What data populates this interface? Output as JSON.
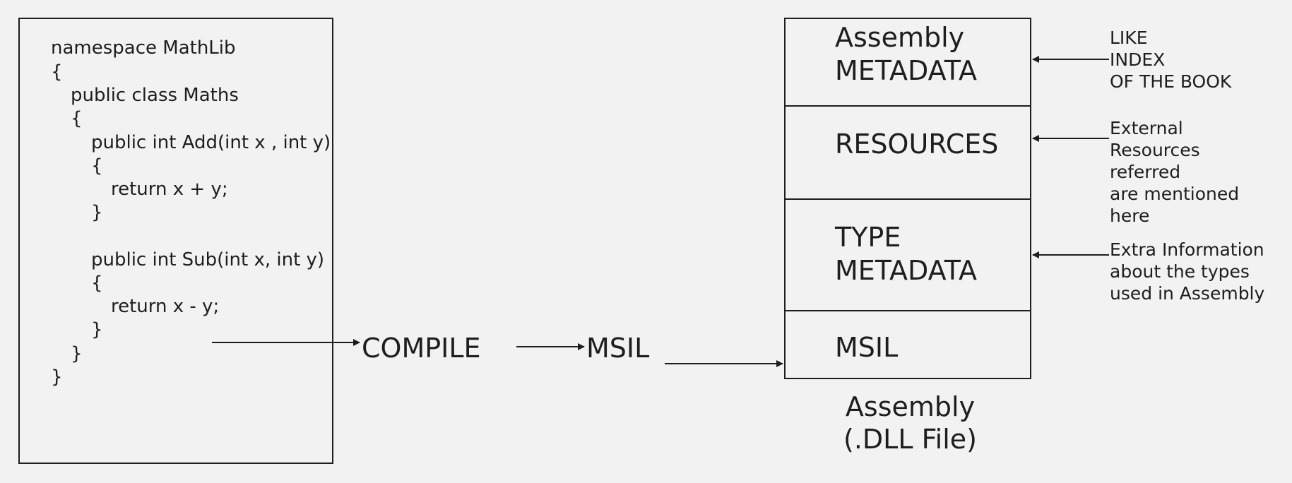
{
  "code": {
    "lines": [
      "namespace MathLib",
      "{",
      "public class Maths",
      "{",
      "public int Add(int x , int y)",
      "{",
      "return x + y;",
      "}",
      "public int Sub(int x, int y)",
      "{",
      "return x - y;",
      "}",
      "}",
      "}"
    ]
  },
  "flow": {
    "compile_label": "COMPILE",
    "msil_label": "MSIL"
  },
  "assembly": {
    "sections": [
      {
        "line1": "Assembly",
        "line2": "METADATA"
      },
      {
        "line1": "RESOURCES",
        "line2": ""
      },
      {
        "line1": "TYPE",
        "line2": "METADATA"
      },
      {
        "line1": "MSIL",
        "line2": ""
      }
    ],
    "caption_line1": "Assembly",
    "caption_line2": "(.DLL File)"
  },
  "notes": [
    {
      "lines": [
        "LIKE",
        "INDEX",
        "OF THE BOOK"
      ]
    },
    {
      "lines": [
        "External",
        "Resources",
        "referred",
        "are mentioned",
        "here"
      ]
    },
    {
      "lines": [
        "Extra Information",
        "about the types",
        "used in Assembly"
      ]
    }
  ],
  "colors": {
    "background": "#f2f2f2",
    "ink": "#1e1e1e"
  }
}
